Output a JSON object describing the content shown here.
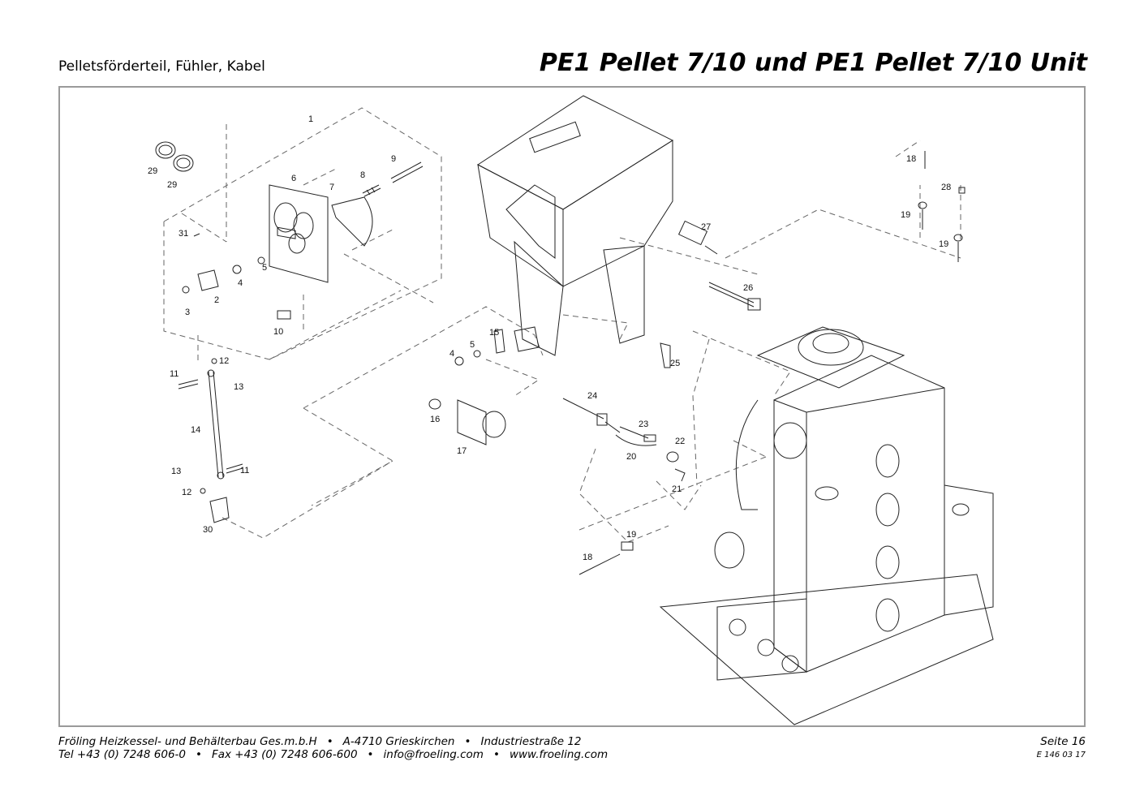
{
  "header": {
    "subtitle": "Pelletsförderteil, Fühler, Kabel",
    "title": "PE1 Pellet 7/10 und PE1 Pellet 7/10 Unit"
  },
  "drawing": {
    "callouts": [
      {
        "n": "1"
      },
      {
        "n": "29"
      },
      {
        "n": "29"
      },
      {
        "n": "6"
      },
      {
        "n": "7"
      },
      {
        "n": "8"
      },
      {
        "n": "9"
      },
      {
        "n": "31"
      },
      {
        "n": "4"
      },
      {
        "n": "5"
      },
      {
        "n": "2"
      },
      {
        "n": "3"
      },
      {
        "n": "10"
      },
      {
        "n": "12"
      },
      {
        "n": "11"
      },
      {
        "n": "13"
      },
      {
        "n": "14"
      },
      {
        "n": "13"
      },
      {
        "n": "11"
      },
      {
        "n": "12"
      },
      {
        "n": "30"
      },
      {
        "n": "15"
      },
      {
        "n": "5"
      },
      {
        "n": "4"
      },
      {
        "n": "16"
      },
      {
        "n": "17"
      },
      {
        "n": "27"
      },
      {
        "n": "26"
      },
      {
        "n": "25"
      },
      {
        "n": "24"
      },
      {
        "n": "23"
      },
      {
        "n": "22"
      },
      {
        "n": "20"
      },
      {
        "n": "21"
      },
      {
        "n": "19"
      },
      {
        "n": "18"
      },
      {
        "n": "18"
      },
      {
        "n": "28"
      },
      {
        "n": "19"
      },
      {
        "n": "19"
      }
    ]
  },
  "footer": {
    "company": "Fröling Heizkessel- und Behälterbau Ges.m.b.H",
    "address_city": "A-4710 Grieskirchen",
    "address_street": "Industriestraße 12",
    "tel": "Tel +43 (0) 7248 606-0",
    "fax": "Fax +43 (0) 7248 606-600",
    "email": "info@froeling.com",
    "web": "www.froeling.com",
    "page": "Seite 16",
    "doc_number": "E 146 03 17"
  }
}
